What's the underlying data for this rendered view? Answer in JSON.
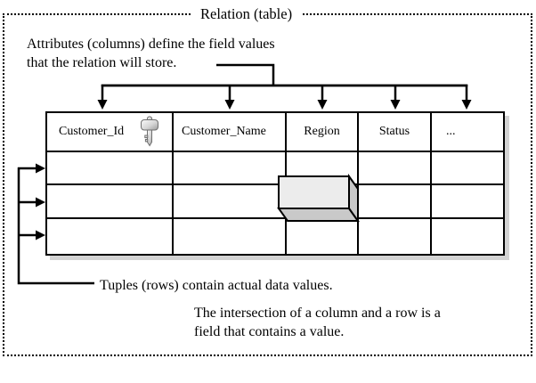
{
  "frame": {
    "title": "Relation (table)"
  },
  "notes": {
    "attributes_line1": "Attributes (columns) define the field values",
    "attributes_line2": "that the relation will store.",
    "tuples": "Tuples (rows) contain actual data values.",
    "intersection_line1": "The intersection of a column and a row is a",
    "intersection_line2": "field that contains a value."
  },
  "table": {
    "columns": [
      "Customer_Id",
      "Customer_Name",
      "Region",
      "Status",
      "..."
    ],
    "body_row_count": 3,
    "key_icon_column": "Customer_Id"
  },
  "icons": {
    "primary_key": "key-icon"
  },
  "colors": {
    "line": "#000000",
    "table_shadow": "#d3d3d3",
    "highlight_box_face": "#ececec",
    "highlight_box_side": "#c9c9c9"
  }
}
